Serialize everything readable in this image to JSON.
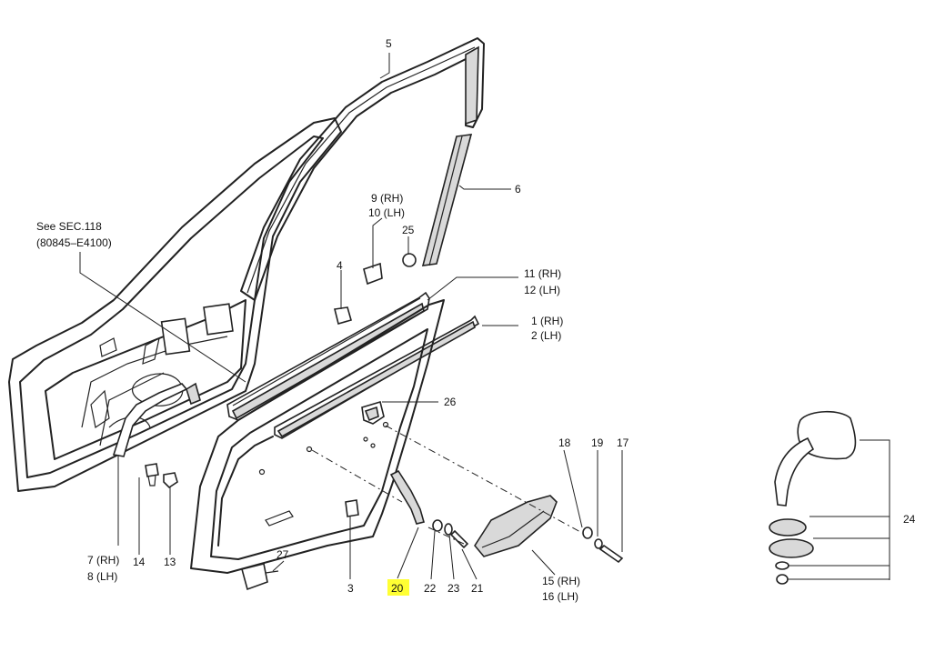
{
  "reference": {
    "line1": "See SEC.118",
    "line2": "(80845–E4100)"
  },
  "parts": {
    "p1": "1 (RH)",
    "p2": "2 (LH)",
    "p3": "3",
    "p4": "4",
    "p5": "5",
    "p6": "6",
    "p7": "7 (RH)",
    "p8": "8 (LH)",
    "p9": "9 (RH)",
    "p10": "10 (LH)",
    "p11": "11 (RH)",
    "p12": "12 (LH)",
    "p13": "13",
    "p14": "14",
    "p15": "15 (RH)",
    "p16": "16 (LH)",
    "p17": "17",
    "p18": "18",
    "p19": "19",
    "p20": "20",
    "p21": "21",
    "p22": "22",
    "p23": "23",
    "p24": "24",
    "p25": "25",
    "p26": "26",
    "p27": "27"
  },
  "highlight": {
    "part": "20",
    "color": "#ffff33"
  }
}
